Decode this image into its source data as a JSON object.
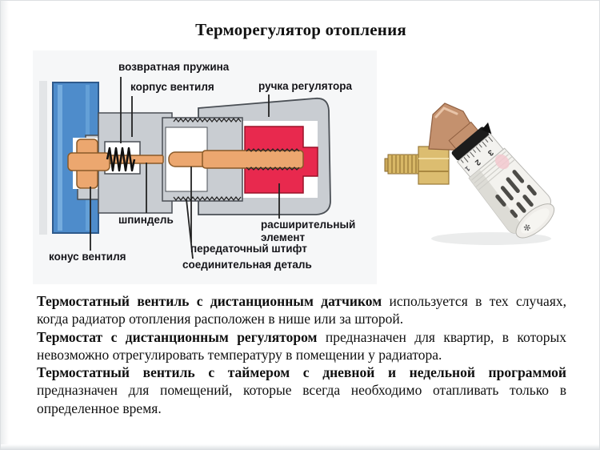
{
  "title": "Терморегулятор отопления",
  "diagram": {
    "labels": {
      "return_spring": "возвратная пружина",
      "valve_body": "корпус вентиля",
      "regulator_handle": "ручка регулятора",
      "spindle": "шпиндель",
      "expansion_element": "расширительный элемент",
      "transfer_pin": "передаточный штифт",
      "valve_cone": "конус вентиля",
      "connecting_part": "соединительная деталь"
    },
    "colors": {
      "pipe_blue": "#4E8CCB",
      "pipe_blue_light": "#7DB1E2",
      "metal_gray": "#C9CDD2",
      "outline_dark": "#4A4F55",
      "spindle_orange": "#ECA76F",
      "expansion_red": "#E8294E"
    }
  },
  "photo": {
    "scale_numbers": [
      "1",
      "2",
      "3"
    ]
  },
  "paragraphs": [
    {
      "bold": "Термостатный вентиль с дистанционным датчиком",
      "text": " используется в тех случаях, когда радиатор отопления расположен в нише или за шторой."
    },
    {
      "bold": "Термостат с дистанционным регулятором",
      "text": " предназначен для квартир, в которых невозможно отрегулировать температуру в помещении у радиатора."
    },
    {
      "bold": "Термостатный вентиль с таймером с дневной и недельной программой",
      "text": " предназначен для помещений, которые всегда необходимо отапливать только в определенное время."
    }
  ]
}
